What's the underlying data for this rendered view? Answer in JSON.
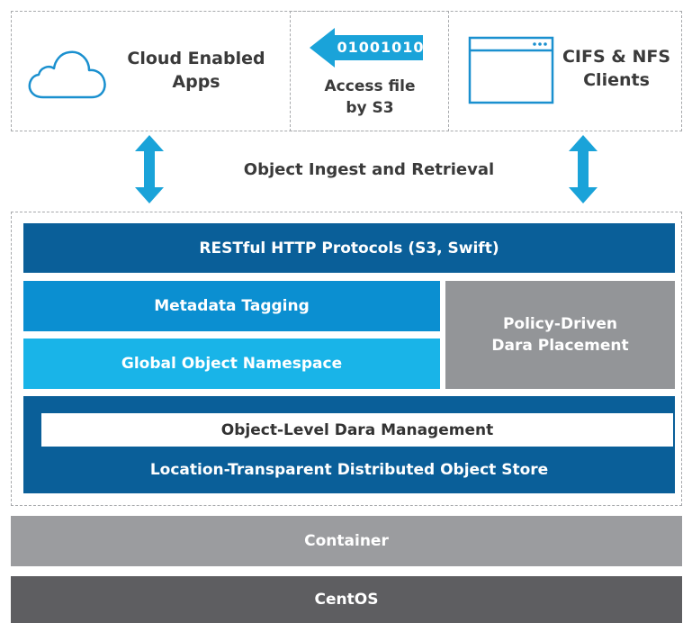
{
  "clients": {
    "cloud_label": "Cloud Enabled Apps",
    "s3_binary": "01001010",
    "s3_label_line1": "Access file",
    "s3_label_line2": "by S3",
    "cifs_label_line1": "CIFS & NFS",
    "cifs_label_line2": "Clients"
  },
  "ingest_label": "Object Ingest and Retrieval",
  "platform": {
    "restful": "RESTful HTTP Protocols (S3, Swift)",
    "metadata": "Metadata Tagging",
    "namespace": "Global Object Namespace",
    "policy_line1": "Policy-Driven",
    "policy_line2": "Dara Placement",
    "object_level": "Object-Level Dara Management",
    "location": "Location-Transparent Distributed Object Store"
  },
  "container": "Container",
  "os": "CentOS",
  "colors": {
    "dark_blue": "#0a5f99",
    "mid_blue": "#0b8fd1",
    "light_blue": "#19b4e8",
    "gray": "#939598",
    "dark_gray": "#5e5e61",
    "arrow": "#1aa3d9"
  },
  "icons": [
    "cloud-icon",
    "left-arrow-binary-icon",
    "window-icon",
    "double-arrow-icon"
  ]
}
